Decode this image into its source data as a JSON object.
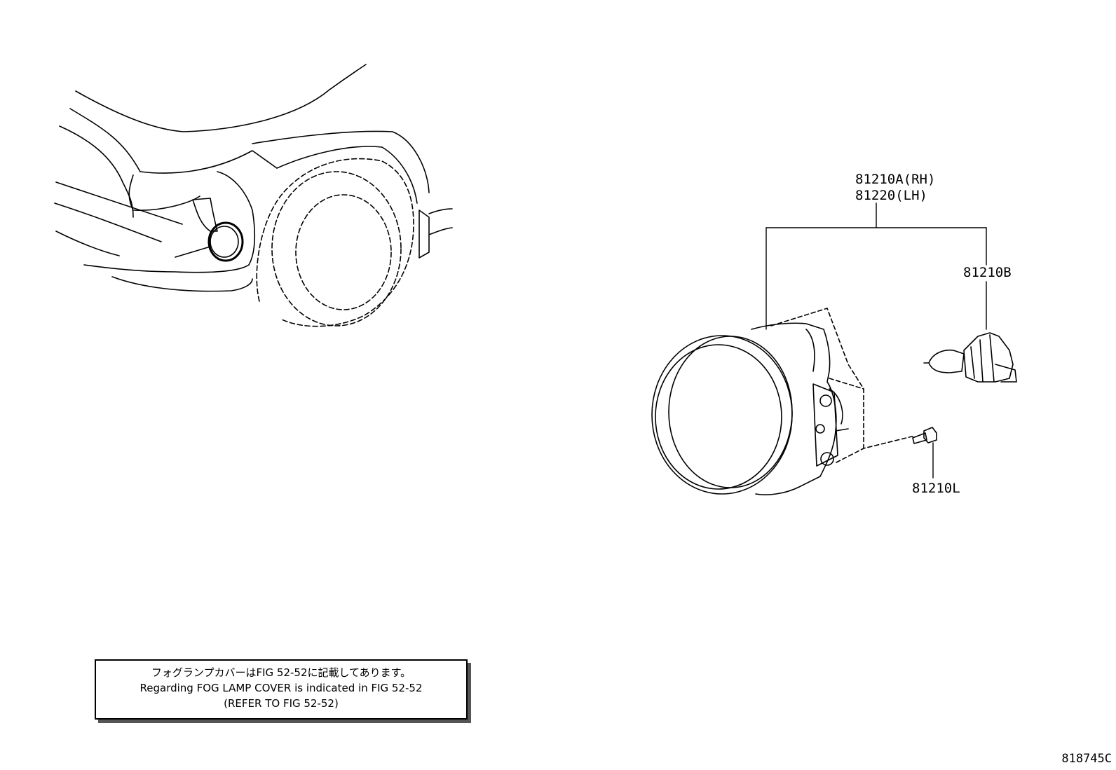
{
  "parts": {
    "lamp_rh": "81210A(RH)",
    "lamp_lh": "81220(LH)",
    "bulb": "81210B",
    "screw": "81210L"
  },
  "note": {
    "line_jp": "フォグランプカバーはFIG 52-52に記載してあります。",
    "line_en": "Regarding FOG LAMP COVER is indicated in FIG 52-52",
    "line_ref": "(REFER TO FIG 52-52)"
  },
  "figure_code": "818745C"
}
